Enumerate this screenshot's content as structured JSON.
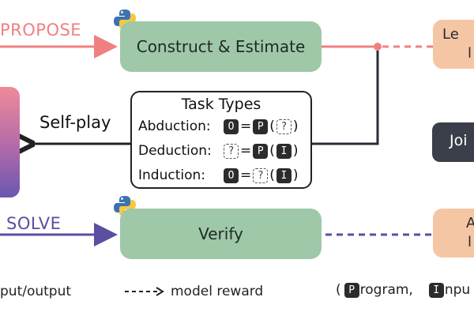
{
  "labels": {
    "propose": "PROPOSE",
    "solve": "SOLVE",
    "self_play": "Self-play"
  },
  "boxes": {
    "construct": "Construct & Estimate",
    "verify": "Verify",
    "learn_visible": "Le",
    "learn_visible_line2": "l",
    "advantage_visible": "A",
    "advantage_visible_line2": "l",
    "joint_visible": "Joi"
  },
  "task_types": {
    "title": "Task Types",
    "rows": [
      {
        "name": "Abduction:",
        "formula": [
          "O",
          "=",
          "P",
          "(",
          "?",
          ")"
        ]
      },
      {
        "name": "Deduction:",
        "formula": [
          "?",
          "=",
          "P",
          "(",
          "I",
          ")"
        ]
      },
      {
        "name": "Induction:",
        "formula": [
          "O",
          "=",
          "?",
          "(",
          "I",
          ")"
        ]
      }
    ]
  },
  "legend": {
    "io_text": "put/output",
    "reward_text": "model reward",
    "open_paren": "(",
    "program_key": "P",
    "program_text": "rogram,",
    "input_key": "I",
    "input_text": "npu"
  },
  "colors": {
    "propose": "#f08080",
    "solve": "#5a4fa0",
    "green_box": "#9fc8a9",
    "peach_box": "#f5c6a4",
    "dark_box": "#3b3f49"
  },
  "icons": {
    "python": "python-logo-icon"
  }
}
